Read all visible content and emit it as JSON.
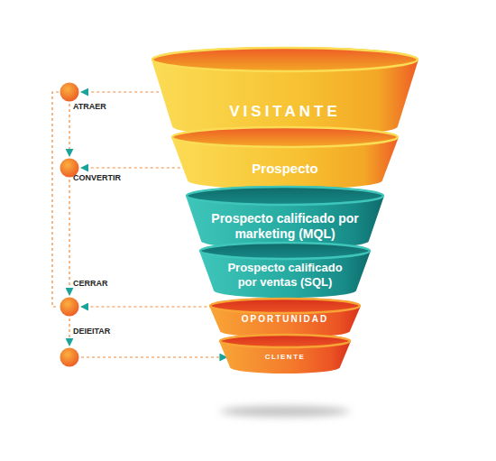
{
  "diagram": {
    "nodes": [
      {
        "text": [
          "VISITANTE"
        ]
      },
      {
        "text": [
          "Prospecto"
        ]
      },
      {
        "text": [
          "Prospecto calificado por marketing (MQL)"
        ]
      },
      {
        "text": [
          "Prospecto calificado por ventas (SQL)"
        ]
      },
      {
        "text": [
          "OPORTUNIDAD"
        ]
      },
      {
        "text": [
          "CLIENTE"
        ]
      },
      {
        "text": [
          "ATRAER"
        ]
      },
      {
        "text": [
          "CONVERTIR"
        ]
      },
      {
        "text": [
          "CERRAR"
        ]
      },
      {
        "text": [
          "DEIEITAR"
        ]
      }
    ],
    "edges": [
      {
        "from": 0,
        "to": 6,
        "arrow": "to"
      },
      {
        "from": 1,
        "to": 7,
        "arrow": "to"
      },
      {
        "from": 4,
        "to": 8,
        "arrow": "to"
      },
      {
        "from": 6,
        "to": 7,
        "arrow": "to"
      },
      {
        "from": 7,
        "to": 8,
        "arrow": "to"
      },
      {
        "from": 8,
        "to": 9,
        "arrow": "to"
      },
      {
        "from": 9,
        "to": 5,
        "arrow": "to"
      }
    ]
  }
}
